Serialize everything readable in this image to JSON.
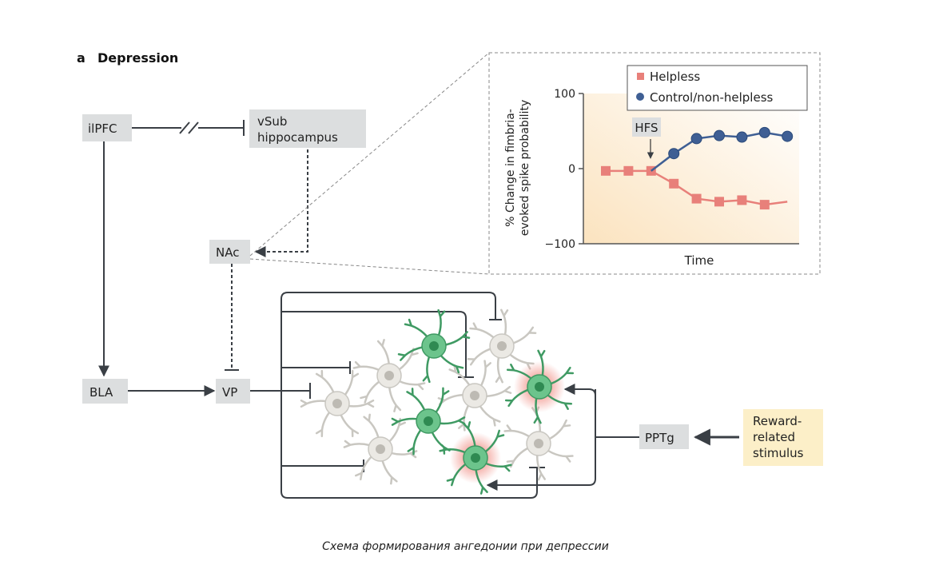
{
  "panel_label": "a",
  "title": "Depression",
  "nodes": {
    "ilpfc": "ilPFC",
    "vsub_line1": "vSub",
    "vsub_line2": "hippocampus",
    "nac": "NAc",
    "bla": "BLA",
    "vp": "VP",
    "pptg": "PPTg",
    "reward_line1": "Reward-",
    "reward_line2": "related",
    "reward_line3": "stimulus"
  },
  "chart_data": {
    "type": "line",
    "title": "",
    "xlabel": "Time",
    "ylabel_line1": "% Change in fimbria-",
    "ylabel_line2": "evoked spike probability",
    "ylim": [
      -100,
      100
    ],
    "yticks": [
      "100",
      "0",
      "−100"
    ],
    "annotation": "HFS",
    "x": [
      1,
      2,
      3,
      4,
      5,
      6,
      7,
      8,
      9
    ],
    "series": [
      {
        "name": "Helpless",
        "color": "#e8807a",
        "marker": "square",
        "values": [
          -3,
          -3,
          -3,
          -20,
          -40,
          -44,
          -42,
          -48,
          -44
        ]
      },
      {
        "name": "Control/non-helpless",
        "color": "#3f5f94",
        "marker": "circle",
        "values": [
          null,
          null,
          -3,
          20,
          40,
          44,
          42,
          48,
          43
        ]
      }
    ],
    "legend": "top-right"
  },
  "caption": "Схема формирования ангедонии при депрессии"
}
